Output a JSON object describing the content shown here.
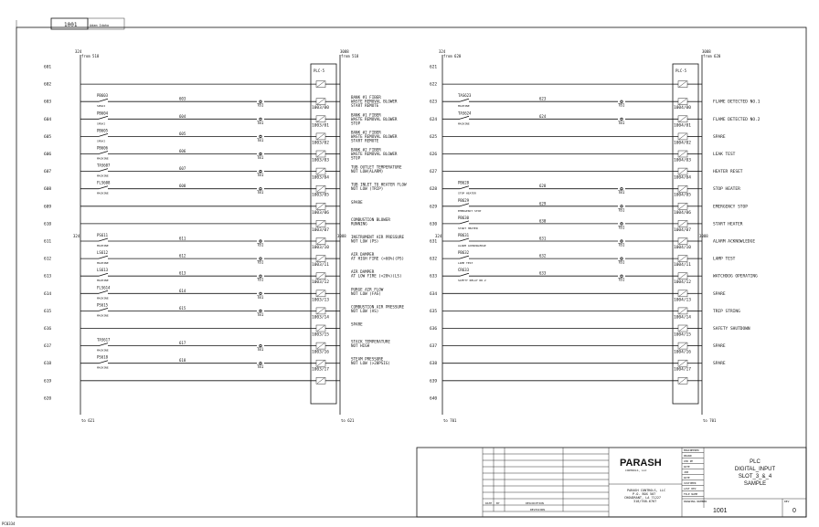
{
  "header": {
    "sheet_no": "1001",
    "sheet_note": "Adam Idaho"
  },
  "left": {
    "rail_top": "from 518",
    "rail_top_num": "324",
    "rail_right_top_num": "3088",
    "rail_right_top": "from 518",
    "mid_num_left": "324",
    "mid_num_right": "3088",
    "bottom_left": "to 621",
    "bottom_right": "to 621",
    "module_label": "PLC-5",
    "rungs": [
      {
        "n": "601",
        "dev": "",
        "tag": "",
        "wire": "",
        "term": "",
        "addr": "",
        "desc": []
      },
      {
        "n": "602",
        "dev": "",
        "tag": "",
        "wire": "",
        "term": "",
        "addr": "",
        "desc": []
      },
      {
        "n": "603",
        "dev": "PB603",
        "tag": "SPDAI",
        "wire": "603",
        "term": "TB1",
        "addr": "1003/00",
        "desc": [
          "BANK #1 FIBER",
          "WASTE REMOVAL BLOWER",
          "START REMOTE"
        ]
      },
      {
        "n": "604",
        "dev": "PB604",
        "tag": "SPDAI",
        "wire": "604",
        "term": "TB1",
        "addr": "1003/01",
        "desc": [
          "BANK #1 FIBER",
          "WASTE REMOVAL BLOWER",
          "STOP"
        ]
      },
      {
        "n": "605",
        "dev": "PB605",
        "tag": "SPDAI",
        "wire": "605",
        "term": "TB1",
        "addr": "1003/02",
        "desc": [
          "BANK #2 FIBER",
          "WASTE REMOVAL BLOWER",
          "START REMOTE"
        ]
      },
      {
        "n": "606",
        "dev": "PB606",
        "tag": "MACHINE",
        "wire": "606",
        "term": "TB1",
        "addr": "1003/03",
        "desc": [
          "BANK #2 FIBER",
          "WASTE REMOVAL BLOWER",
          "STOP"
        ]
      },
      {
        "n": "607",
        "dev": "TAS607",
        "tag": "MACHINE",
        "wire": "607",
        "term": "TB1",
        "addr": "1003/04",
        "desc": [
          "TUB OUTLET TEMPERATURE",
          "NOT LOW(ALARM)"
        ]
      },
      {
        "n": "608",
        "dev": "FLS608",
        "tag": "MACHINE",
        "wire": "608",
        "term": "TB1",
        "addr": "1003/05",
        "desc": [
          "TUB INLET TO HEATER FLOW",
          "NOT LOW (TRIP)"
        ]
      },
      {
        "n": "609",
        "dev": "",
        "tag": "",
        "wire": "",
        "term": "",
        "addr": "1003/06",
        "desc": [
          "SPARE"
        ]
      },
      {
        "n": "610",
        "dev": "",
        "tag": "",
        "wire": "",
        "term": "",
        "addr": "1003/07",
        "desc": [
          "COMBUSTION BLOWER",
          "RUNNING"
        ]
      },
      {
        "n": "611",
        "dev": "PS611",
        "tag": "MACHINE",
        "wire": "611",
        "term": "TB1",
        "addr": "1003/10",
        "desc": [
          "INSTRUMENT AIR PRESSURE",
          "NOT LOW (PS)"
        ]
      },
      {
        "n": "612",
        "dev": "LS612",
        "tag": "MACHINE",
        "wire": "612",
        "term": "TB1",
        "addr": "1003/11",
        "desc": [
          "AIR DAMPER",
          "AT HIGH FIRE (>60%)(PS)"
        ]
      },
      {
        "n": "613",
        "dev": "LS613",
        "tag": "MACHINE",
        "wire": "613",
        "term": "TB1",
        "addr": "1003/12",
        "desc": [
          "AIR DAMPER",
          "AT LOW FIRE (<20%)(LS)"
        ]
      },
      {
        "n": "614",
        "dev": "FLS614",
        "tag": "MACHINE",
        "wire": "614",
        "term": "TB1",
        "addr": "1003/13",
        "desc": [
          "PURGE AIR FLOW",
          "NOT LOW (FAS)"
        ]
      },
      {
        "n": "615",
        "dev": "PS615",
        "tag": "MACHINE",
        "wire": "615",
        "term": "TB1",
        "addr": "1003/14",
        "desc": [
          "COMBUSTION AIR PRESSURE",
          "NOT LOW (AS)"
        ]
      },
      {
        "n": "616",
        "dev": "",
        "tag": "",
        "wire": "",
        "term": "",
        "addr": "1003/15",
        "desc": [
          "SPARE"
        ]
      },
      {
        "n": "617",
        "dev": "TAS617",
        "tag": "MACHINE",
        "wire": "617",
        "term": "TB1",
        "addr": "1003/16",
        "desc": [
          "STACK TEMPERATURE",
          "NOT HIGH"
        ]
      },
      {
        "n": "618",
        "dev": "PS618",
        "tag": "MACHINE",
        "wire": "618",
        "term": "TB1",
        "addr": "1003/17",
        "desc": [
          "STEAM PRESSURE",
          "NOT LOW (>20PSIG)"
        ]
      },
      {
        "n": "619",
        "dev": "",
        "tag": "",
        "wire": "",
        "term": "",
        "addr": "",
        "desc": []
      },
      {
        "n": "620",
        "dev": "",
        "tag": "",
        "wire": "",
        "term": "",
        "addr": "",
        "desc": []
      }
    ]
  },
  "right": {
    "rail_top": "from 620",
    "rail_top_num": "324",
    "rail_right_top_num": "3088",
    "rail_right_top": "from 620",
    "mid_num_left": "324",
    "mid_num_right": "3088",
    "bottom_left": "to 701",
    "bottom_right": "to 701",
    "module_label": "PLC-5",
    "rungs": [
      {
        "n": "621",
        "dev": "",
        "tag": "",
        "wire": "",
        "term": "",
        "addr": "",
        "desc": ""
      },
      {
        "n": "622",
        "dev": "",
        "tag": "",
        "wire": "",
        "term": "",
        "addr": "",
        "desc": ""
      },
      {
        "n": "623",
        "dev": "TAS623",
        "tag": "MACHINE",
        "wire": "623",
        "term": "TB1",
        "addr": "1004/00",
        "desc": "FLAME DETECTED NO.1"
      },
      {
        "n": "624",
        "dev": "TAS624",
        "tag": "MACHINE",
        "wire": "624",
        "term": "TB1",
        "addr": "1004/01",
        "desc": "FLAME DETECTED NO.2"
      },
      {
        "n": "625",
        "dev": "",
        "tag": "",
        "wire": "",
        "term": "",
        "addr": "1004/02",
        "desc": "SPARE"
      },
      {
        "n": "626",
        "dev": "",
        "tag": "",
        "wire": "",
        "term": "",
        "addr": "1004/03",
        "desc": "LEAK TEST"
      },
      {
        "n": "627",
        "dev": "",
        "tag": "",
        "wire": "",
        "term": "",
        "addr": "1004/04",
        "desc": "HEATER RESET"
      },
      {
        "n": "628",
        "dev": "PB628",
        "tag": "STOP HEATER",
        "wire": "628",
        "term": "TB1",
        "addr": "1004/05",
        "desc": "STOP HEATER"
      },
      {
        "n": "629",
        "dev": "PB629",
        "tag": "EMERGENCY STOP",
        "wire": "629",
        "term": "TB1",
        "addr": "1004/06",
        "desc": "EMERGENCY STOP"
      },
      {
        "n": "630",
        "dev": "PB630",
        "tag": "START HEATER",
        "wire": "630",
        "term": "TB1",
        "addr": "1004/07",
        "desc": "START HEATER"
      },
      {
        "n": "631",
        "dev": "PB631",
        "tag": "ALARM ACKNOWLEDGE",
        "wire": "631",
        "term": "TB1",
        "addr": "1004/10",
        "desc": "ALARM ACKNOWLEDGE"
      },
      {
        "n": "632",
        "dev": "PB632",
        "tag": "LAMP TEST",
        "wire": "632",
        "term": "TB1",
        "addr": "1004/11",
        "desc": "LAMP TEST"
      },
      {
        "n": "633",
        "dev": "CR633",
        "tag": "SAFETY RELAY NO.2",
        "wire": "633",
        "term": "TB1",
        "addr": "1004/12",
        "desc": "WATCHDOG OPERATING"
      },
      {
        "n": "634",
        "dev": "",
        "tag": "",
        "wire": "",
        "term": "",
        "addr": "1004/13",
        "desc": "SPARE"
      },
      {
        "n": "635",
        "dev": "",
        "tag": "",
        "wire": "",
        "term": "",
        "addr": "1004/14",
        "desc": "TRIP STRING"
      },
      {
        "n": "636",
        "dev": "",
        "tag": "",
        "wire": "",
        "term": "",
        "addr": "1004/15",
        "desc": "SAFETY SHUTDOWN"
      },
      {
        "n": "637",
        "dev": "",
        "tag": "",
        "wire": "",
        "term": "",
        "addr": "1004/16",
        "desc": "SPARE"
      },
      {
        "n": "638",
        "dev": "",
        "tag": "",
        "wire": "",
        "term": "",
        "addr": "1004/17",
        "desc": "SPARE"
      },
      {
        "n": "639",
        "dev": "",
        "tag": "",
        "wire": "",
        "term": "",
        "addr": "",
        "desc": ""
      },
      {
        "n": "640",
        "dev": "",
        "tag": "",
        "wire": "",
        "term": "",
        "addr": "",
        "desc": ""
      }
    ]
  },
  "title_block": {
    "company": "PARASH",
    "company_sub": "CONTROLS, LLC",
    "addr1": "PARASH CONTROLS, LLC",
    "addr2": "P.O. BOX 507",
    "addr3": "CHOUDRANT, LA 71227",
    "addr4": "318/768-6767",
    "title1": "PLC",
    "title2": "DIGITAL_INPUT",
    "title3": "SLOT_3_&_4",
    "title4": "SAMPLE",
    "dwg_no": "1001",
    "rev_label": "REV",
    "rev": "0",
    "dwg_label": "DRAWING NUMBER",
    "revisions_label": "REVISIONS",
    "date_label": "DATE",
    "by_label": "BY",
    "desc_label": "DESCRIPTION",
    "side_labels": [
      "ENGINEERED",
      "DRAWN",
      "CHK PE",
      "DATE",
      "JOB",
      "DATE",
      "CUSTOMER",
      "LAST REV",
      "FILE NAME"
    ]
  },
  "footer_id": "PC0334"
}
